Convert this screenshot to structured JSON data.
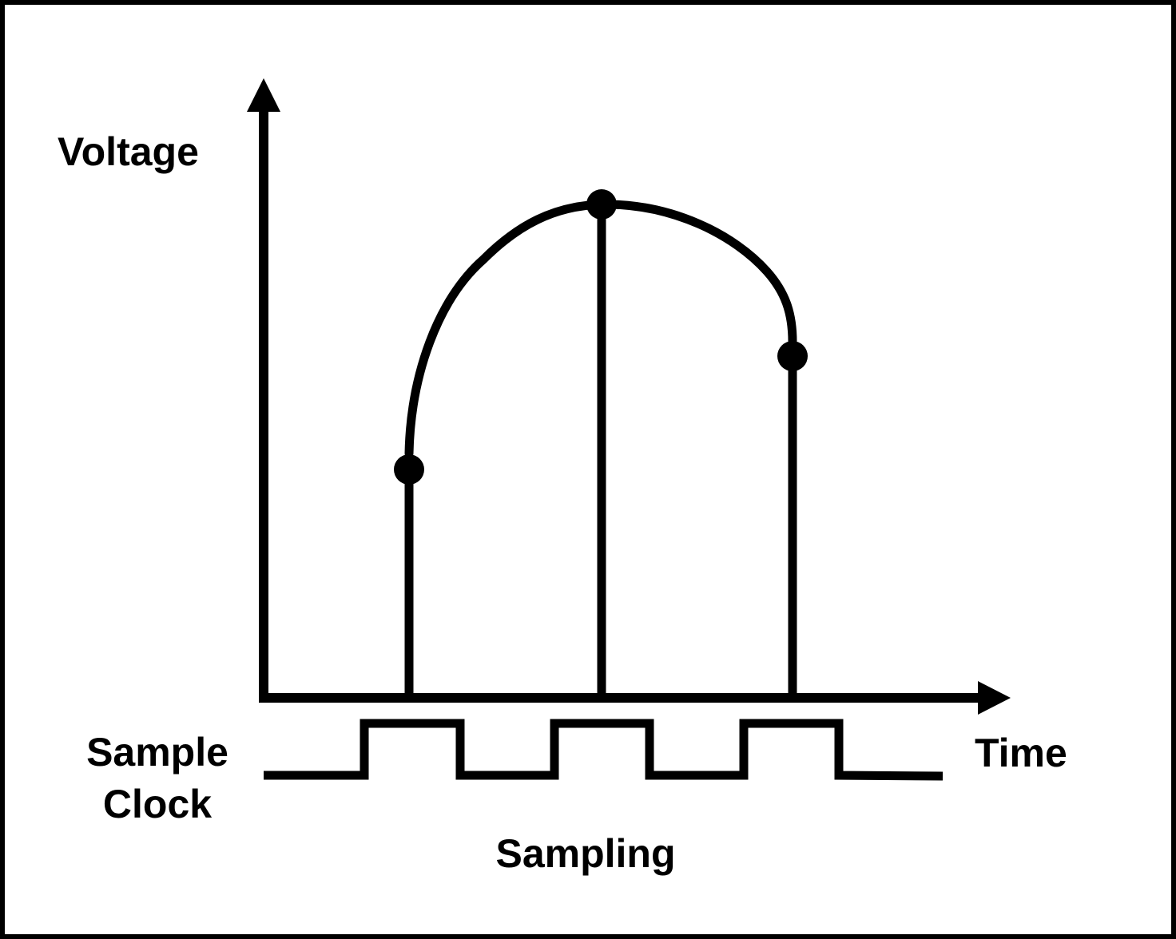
{
  "labels": {
    "y_axis": "Voltage",
    "x_axis": "Time",
    "clock_line1": "Sample",
    "clock_line2": "Clock",
    "caption": "Sampling"
  },
  "colors": {
    "background": "#ffffff",
    "ink": "#000000"
  }
}
